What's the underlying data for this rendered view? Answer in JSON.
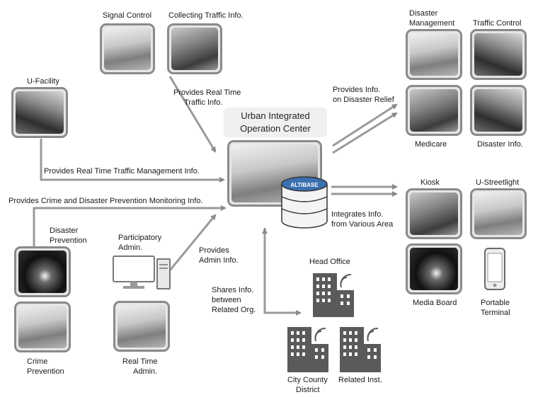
{
  "center": {
    "title_line1": "Urban Integrated",
    "title_line2": "Operation Center",
    "logo": "ALTIBASE"
  },
  "top": {
    "signal_control": "Signal Control",
    "collecting_traffic": "Collecting Traffic Info.",
    "provides_rt_traffic_1": "Provides Real Time",
    "provides_rt_traffic_2": "Traffic Info."
  },
  "left": {
    "u_facility": "U-Facility",
    "provides_rt_mgmt": "Provides Real Time Traffic Management Info.",
    "provides_crime": "Provides Crime and Disaster Prevention Monitoring Info.",
    "disaster_prev_1": "Disaster",
    "disaster_prev_2": "Prevention",
    "crime_prev_1": "Crime",
    "crime_prev_2": "Prevention"
  },
  "bottom_mid": {
    "participatory_1": "Participatory",
    "participatory_2": "Admin.",
    "provides_admin_1": "Provides",
    "provides_admin_2": "Admin Info.",
    "realtime_admin_1": "Real Time",
    "realtime_admin_2": "Admin.",
    "shares_1": "Shares Info.",
    "shares_2": "between",
    "shares_3": "Related Org.",
    "head_office": "Head Office",
    "city_county_1": "City County",
    "city_county_2": "District",
    "related_inst": "Related Inst."
  },
  "right": {
    "disaster_mgmt_1": "Disaster",
    "disaster_mgmt_2": "Management",
    "traffic_control": "Traffic Control",
    "provides_relief_1": "Provides Info.",
    "provides_relief_2": "on Disaster Relief",
    "medicare": "Medicare",
    "disaster_info": "Disaster Info.",
    "kiosk": "Kiosk",
    "u_streetlight": "U-Streetlight",
    "integrates_1": "Integrates Info.",
    "integrates_2": "from Various Area",
    "media_board": "Media Board",
    "portable_1": "Portable",
    "portable_2": "Terminal"
  },
  "icons": {
    "arrow": "arrow-icon",
    "database": "database-icon",
    "building": "building-icon",
    "computer": "computer-icon",
    "phone": "mobile-phone-icon"
  }
}
